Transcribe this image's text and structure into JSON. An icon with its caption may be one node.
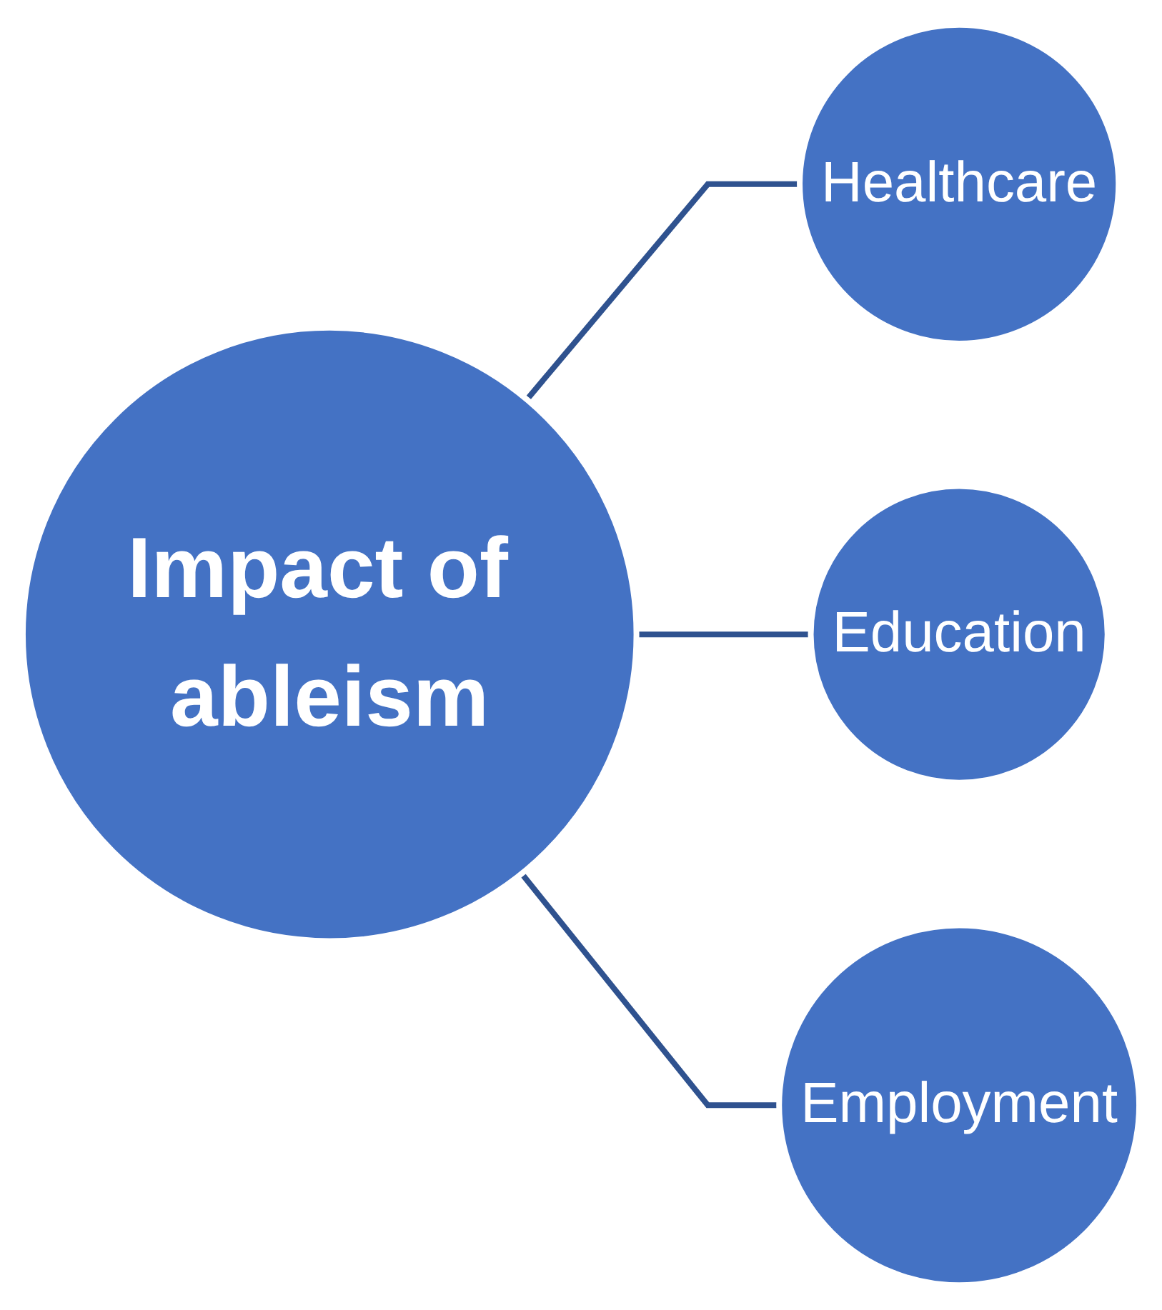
{
  "diagram": {
    "nodes": [
      {
        "text": [
          "Impact of ableism"
        ]
      },
      {
        "text": [
          "Healthcare"
        ]
      },
      {
        "text": [
          "Education"
        ]
      },
      {
        "text": [
          "Employment"
        ]
      }
    ],
    "edges": [
      {
        "from": 0,
        "to": 1,
        "arrow": "none"
      },
      {
        "from": 0,
        "to": 2,
        "arrow": "none"
      },
      {
        "from": 0,
        "to": 3,
        "arrow": "none"
      }
    ]
  }
}
